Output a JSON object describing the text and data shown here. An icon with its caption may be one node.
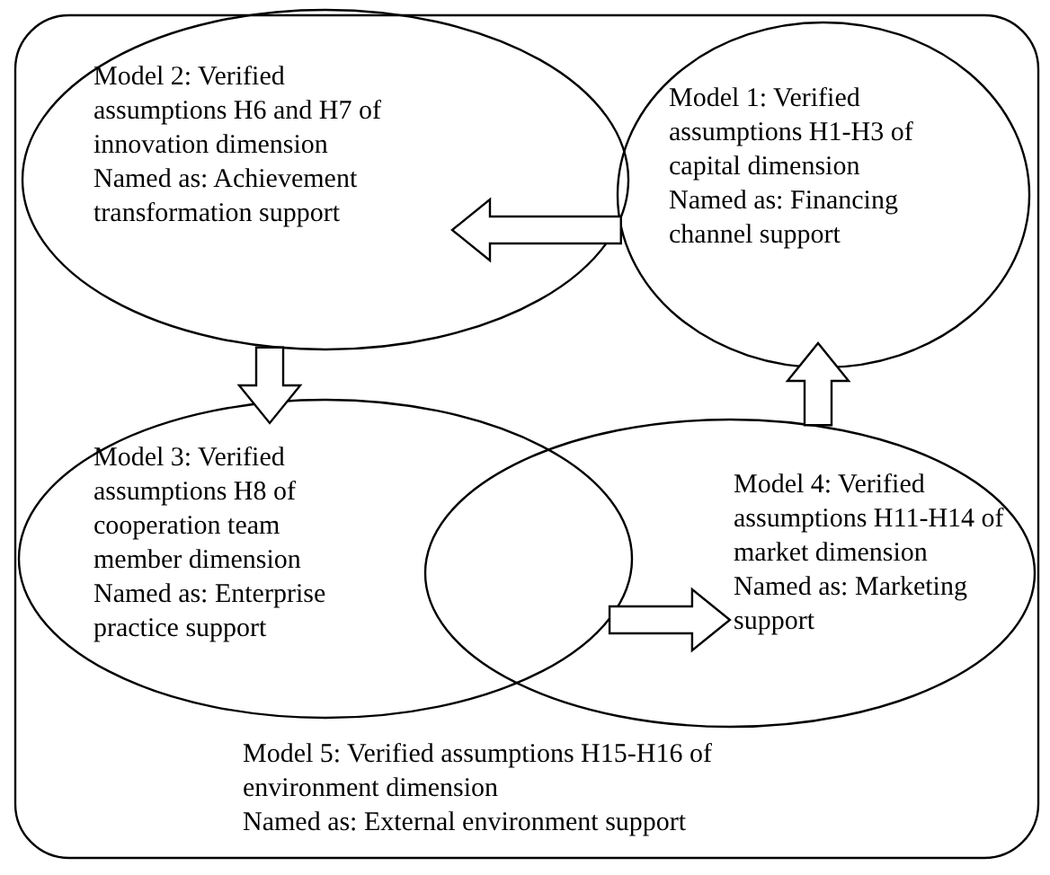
{
  "diagram": {
    "nodes": [
      {
        "text": [
          "Model 5: Verified assumptions H15-H16 of environment dimension",
          "Named as: External environment support"
        ]
      },
      {
        "text": [
          "Model 2: Verified assumptions H6 and H7 of innovation dimension",
          "Named as: Achievement transformation support"
        ],
        "in": 0
      },
      {
        "text": [
          "Model 1: Verified assumptions H1-H3 of capital dimension",
          "Named as: Financing channel support"
        ],
        "in": 0
      },
      {
        "text": [
          "Model 3: Verified assumptions H8 of cooperation team member dimension",
          "Named as: Enterprise practice support"
        ],
        "in": 0
      },
      {
        "text": [
          "Model 4: Verified assumptions H11-H14 of market dimension",
          "Named as: Marketing support"
        ],
        "in": 0
      }
    ],
    "edges": [
      {
        "from": 2,
        "to": 1,
        "arrow": "to",
        "style": "thick"
      },
      {
        "from": 1,
        "to": 3,
        "arrow": "to",
        "style": "thick"
      },
      {
        "from": 3,
        "to": 4,
        "arrow": "to",
        "style": "thick"
      },
      {
        "from": 4,
        "to": 2,
        "arrow": "to",
        "style": "thick"
      }
    ]
  }
}
